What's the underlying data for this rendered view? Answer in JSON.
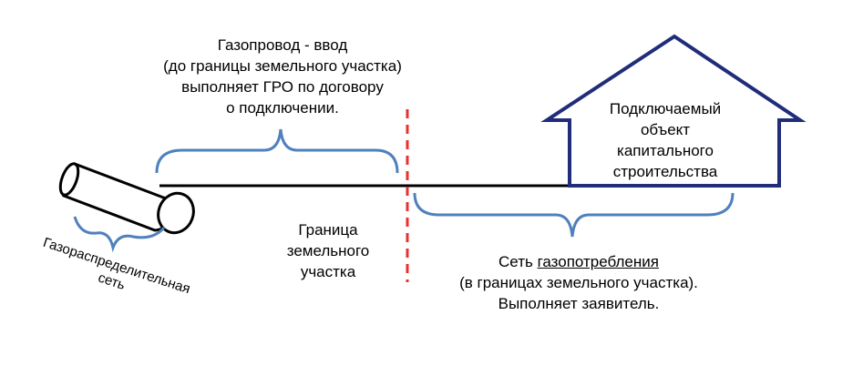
{
  "labels": {
    "supply_pipe": [
      "Газопровод - ввод",
      "(до границы земельного участка)",
      "выполняет ГРО по договору",
      "о подключении."
    ],
    "boundary": [
      "Граница",
      "земельного",
      "участка"
    ],
    "house": [
      "Подключаемый",
      "объект",
      "капитального",
      "строительства"
    ],
    "consumer_network": {
      "prefix": "Сеть ",
      "underlined": "газопотребления",
      "line2": "(в границах земельного участка).",
      "line3": "Выполняет заявитель."
    },
    "distribution_network": [
      "Газораспределительная",
      "сеть"
    ]
  },
  "colors": {
    "brace": "#4f81bd",
    "house": "#1f2d7a",
    "boundary": "#e8312f",
    "line": "#000000"
  }
}
